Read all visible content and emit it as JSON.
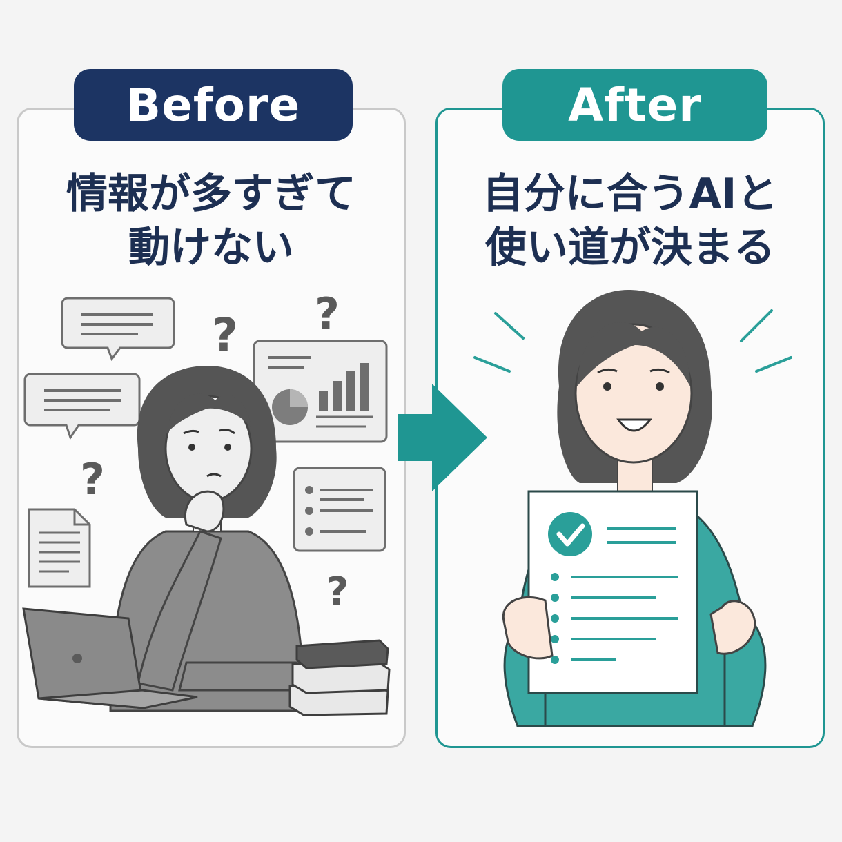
{
  "before": {
    "tag": "Before",
    "headline": [
      "情報が多すぎて",
      "動けない"
    ],
    "question_mark": "?"
  },
  "after": {
    "tag": "After",
    "headline": [
      "自分に合うAIと",
      "使い道が決まる"
    ]
  },
  "colors": {
    "navy": "#1c3463",
    "teal": "#1f9692",
    "teal_light": "#3aa8a2",
    "gray_border": "#c9c9c9",
    "gray_shirt": "#8c8c8c",
    "hair": "#555555"
  },
  "icons": [
    "speech-bubble-icon",
    "question-mark-icon",
    "chart-card-icon",
    "checklist-card-icon",
    "document-icon",
    "laptop-icon",
    "book-stack-icon",
    "arrow-right-icon",
    "check-circle-icon"
  ]
}
